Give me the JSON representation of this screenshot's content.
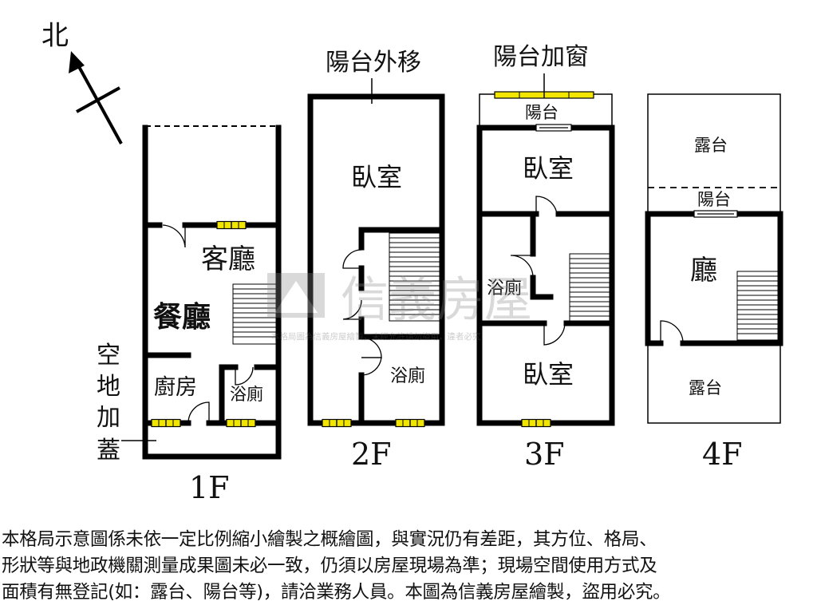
{
  "compass": {
    "north": "北"
  },
  "notes": {
    "balcony_moved_out": "陽台外移",
    "balcony_window": "陽台加窗",
    "open_land_built": [
      "空",
      "地",
      "加",
      "蓋"
    ]
  },
  "floors": {
    "f1": {
      "label": "1F",
      "living": "客廳",
      "dining": "餐廳",
      "kitchen": "廚房",
      "bath": "浴廁"
    },
    "f2": {
      "label": "2F",
      "bedroom": "臥室",
      "bath": "浴廁"
    },
    "f3": {
      "label": "3F",
      "balcony": "陽台",
      "bedroom_top": "臥室",
      "bath": "浴廁",
      "bedroom_bottom": "臥室"
    },
    "f4": {
      "label": "4F",
      "terrace_top": "露台",
      "balcony": "陽台",
      "hall": "廳",
      "terrace_bottom": "露台"
    }
  },
  "watermark": {
    "brand": "信義房屋",
    "notice": "本格局圖為信義房屋繪製，未經允許請勿盜用，違者必究"
  },
  "disclaimer": [
    "本格局示意圖係未依一定比例縮小繪製之概繪圖，與實況仍有差距，其方位、格局、",
    "形狀等與地政機關測量成果圖未必一致，仍須以房屋現場為準；現場空間使用方式及",
    "面積有無登記(如：露台、陽台等)，請洽業務人員。本圖為信義房屋繪製，盜用必究。"
  ]
}
